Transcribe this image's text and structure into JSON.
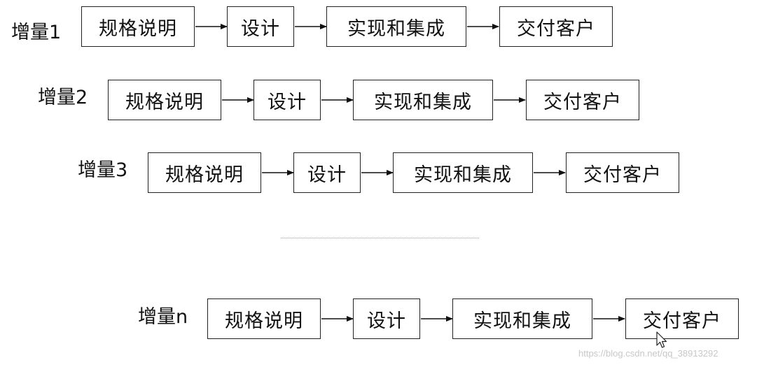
{
  "increments": [
    {
      "label": "增量1",
      "stages": [
        "规格说明",
        "设计",
        "实现和集成",
        "交付客户"
      ]
    },
    {
      "label": "增量2",
      "stages": [
        "规格说明",
        "设计",
        "实现和集成",
        "交付客户"
      ]
    },
    {
      "label": "增量3",
      "stages": [
        "规格说明",
        "设计",
        "实现和集成",
        "交付客户"
      ]
    },
    {
      "label": "增量n",
      "stages": [
        "规格说明",
        "设计",
        "实现和集成",
        "交付客户"
      ]
    }
  ],
  "watermark": "https://blog.csdn.net/qq_38913292"
}
